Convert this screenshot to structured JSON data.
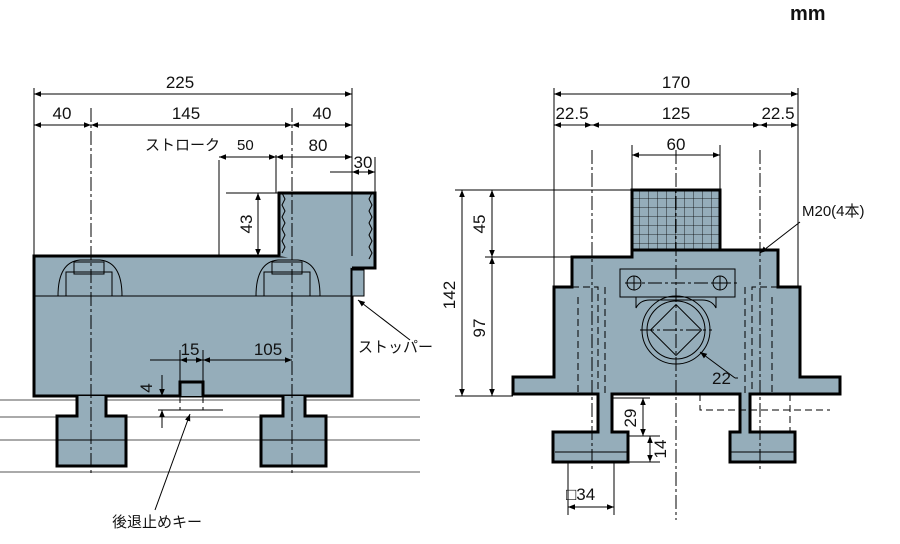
{
  "unit": "mm",
  "side_view": {
    "overall_width": "225",
    "left_offset": "40",
    "mid_span": "145",
    "right_offset": "40",
    "stroke_label": "ストローク",
    "stroke_value": "50",
    "stopper_width": "80",
    "stopper_tip": "30",
    "stopper_height": "43",
    "key_width": "15",
    "key_offset": "105",
    "key_height": "4",
    "stopper_label": "ストッパー",
    "key_label": "後退止めキー"
  },
  "front_view": {
    "overall_width": "170",
    "left_offset": "22.5",
    "bolt_span": "125",
    "right_offset": "22.5",
    "top_block_width": "60",
    "top_block_height": "45",
    "body_height": "97",
    "overall_height": "142",
    "bolt_label": "M20(4本)",
    "hex_size": "22",
    "foot_depth": "29",
    "foot_height": "14",
    "foot_square": "□34"
  }
}
